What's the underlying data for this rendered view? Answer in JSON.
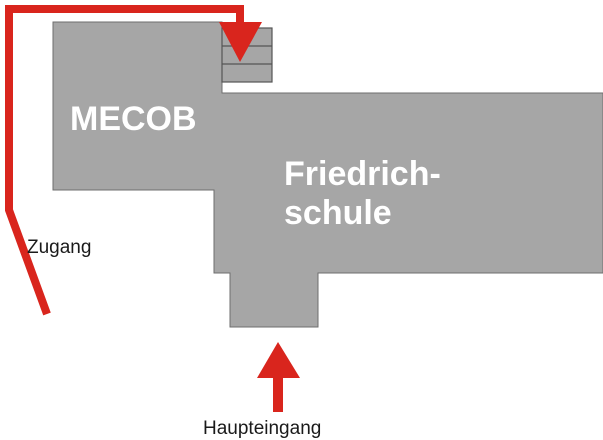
{
  "labels": {
    "mecob": "MECOB",
    "school_line1": "Friedrich-",
    "school_line2": "schule",
    "access": "Zugang",
    "main_entrance": "Haupteingang"
  },
  "colors": {
    "building": "#a6a6a6",
    "outline": "#6e6e6e",
    "route": "#d9251d",
    "label": "#ffffff",
    "caption": "#1a1a1a"
  }
}
